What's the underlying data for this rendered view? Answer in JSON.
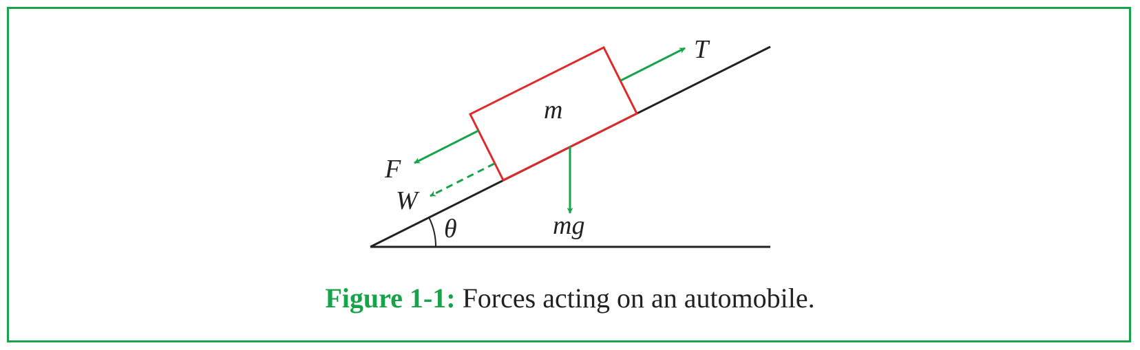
{
  "figure": {
    "caption_label": "Figure 1-1:",
    "caption_text": " Forces acting on an automobile."
  },
  "labels": {
    "mass": "m",
    "tension": "T",
    "friction": "F",
    "weight_component": "W",
    "weight": "mg",
    "angle": "θ"
  },
  "colors": {
    "frame": "#17a34a",
    "arrows": "#17a34a",
    "block": "#e02a2a",
    "lines": "#222222",
    "caption_label": "#17a34a"
  }
}
